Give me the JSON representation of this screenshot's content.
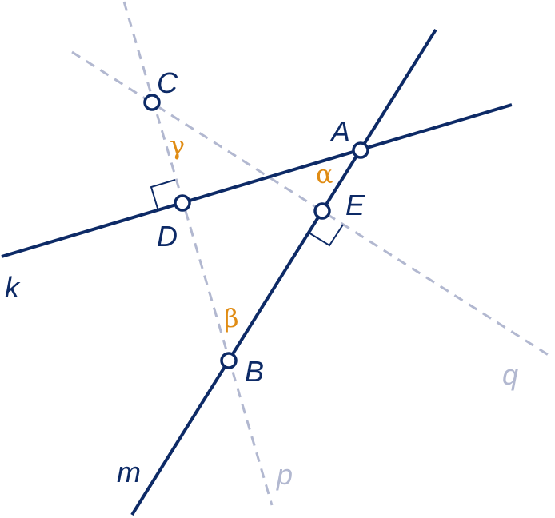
{
  "colors": {
    "solid_line": "#0d2a66",
    "dashed_line": "#b2b8d0",
    "angle_label": "#e08c14",
    "point_label": "#0d2a66",
    "dashed_label": "#b2b8d0"
  },
  "lines": {
    "k": "k",
    "m": "m",
    "p": "p",
    "q": "q"
  },
  "points": {
    "A": "A",
    "B": "B",
    "C": "C",
    "D": "D",
    "E": "E"
  },
  "angles": {
    "alpha": "α",
    "beta": "β",
    "gamma": "γ"
  }
}
